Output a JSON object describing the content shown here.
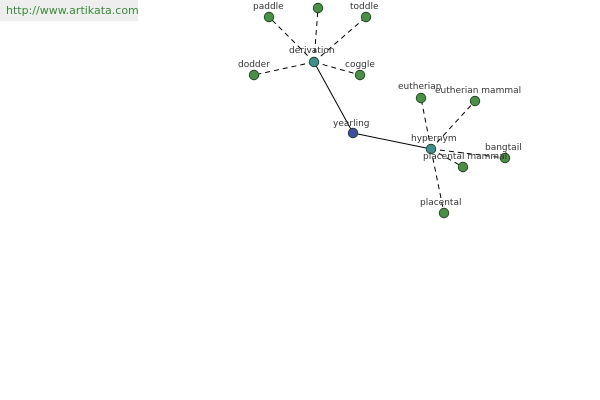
{
  "banner": {
    "url": "http://www.artikata.com"
  },
  "colors": {
    "center": "#3e4f9e",
    "relation": "#3f8f8f",
    "word": "#4a8f46",
    "edge": "#000000",
    "background": "#ffffff"
  },
  "graph": {
    "center": {
      "id": "yearling",
      "label": "yearling"
    },
    "relations": [
      {
        "id": "derivation",
        "label": "derivation",
        "words": [
          {
            "id": "paddle",
            "label": "paddle"
          },
          {
            "id": "unlabeled",
            "label": ""
          },
          {
            "id": "toddle",
            "label": "toddle"
          },
          {
            "id": "dodder",
            "label": "dodder"
          },
          {
            "id": "coggle",
            "label": "coggle"
          }
        ]
      },
      {
        "id": "hypernym",
        "label": "hypernym",
        "words": [
          {
            "id": "eutherian",
            "label": "eutherian"
          },
          {
            "id": "eutherian-mammal",
            "label": "eutherian mammal"
          },
          {
            "id": "bangtail",
            "label": "bangtail"
          },
          {
            "id": "placental-mammal",
            "label": "placental mammal"
          },
          {
            "id": "placental",
            "label": "placental"
          }
        ]
      }
    ]
  }
}
